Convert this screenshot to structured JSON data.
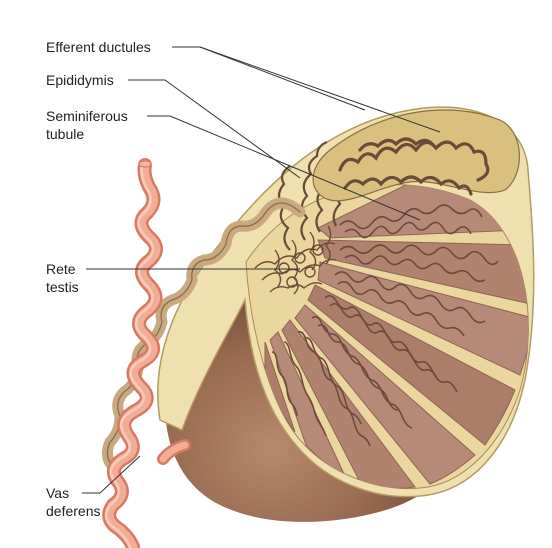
{
  "labels": {
    "efferent_ductules": "Efferent ductules",
    "epididymis": "Epididymis",
    "seminiferous_line1": "Seminiferous",
    "seminiferous_line2": "tubule",
    "rete_line1": "Rete",
    "rete_line2": "testis",
    "vas_line1": "Vas",
    "vas_line2": "deferens"
  },
  "colors": {
    "capsule": "#efe0b0",
    "testis_outer": "#a47a62",
    "testis_shade": "#7a5542",
    "lobule": "#b68a78",
    "lobule_dark": "#8e6454",
    "tubule": "#6e4a3c",
    "epididymis": "#d8c07e",
    "epididymis_duct": "#6a4a38",
    "vas": "#f2a288",
    "vas_dark": "#d77a64",
    "leader": "#333333"
  }
}
